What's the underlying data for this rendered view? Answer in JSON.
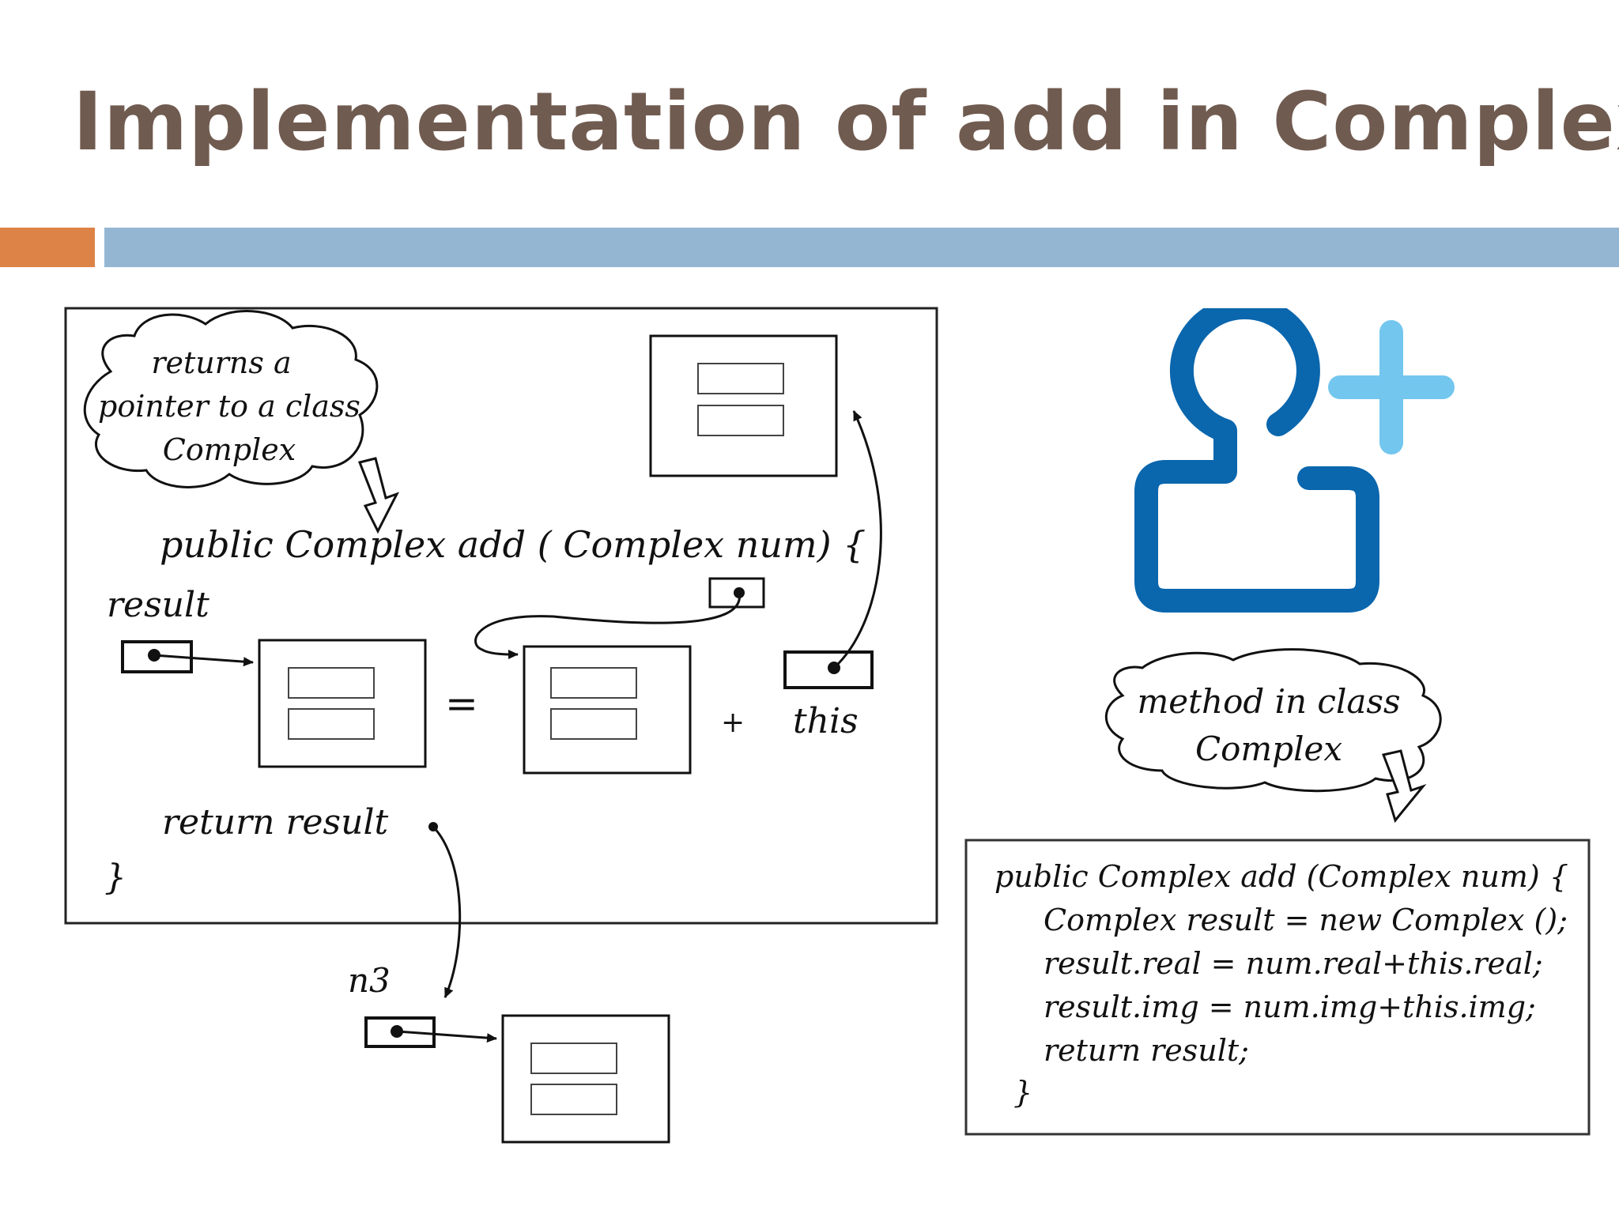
{
  "slide": {
    "title": "Implementation of add in Complex",
    "colors": {
      "title": "#705b50",
      "accent_orange": "#dd8347",
      "accent_blue": "#94b6d2",
      "icon_dark_blue": "#0a66ad",
      "icon_light_blue": "#73c6ee"
    }
  },
  "left_diagram": {
    "cloud_lines": [
      "returns a",
      "pointer to a class",
      "Complex"
    ],
    "signature": "public  Complex add ( Complex num) {",
    "result_label": "result",
    "equals": "=",
    "plus": "+",
    "this_label": "this",
    "return_stmt": "return result",
    "closing_brace": "}",
    "n3_label": "n3"
  },
  "right_panel": {
    "icon": "add-user-icon",
    "cloud_lines": [
      "method in class",
      "Complex"
    ],
    "code_lines": [
      "public Complex add (Complex num) {",
      "Complex result = new Complex ();",
      "result.real = num.real+this.real;",
      "result.img = num.img+this.img;",
      "return result;",
      "}"
    ]
  }
}
